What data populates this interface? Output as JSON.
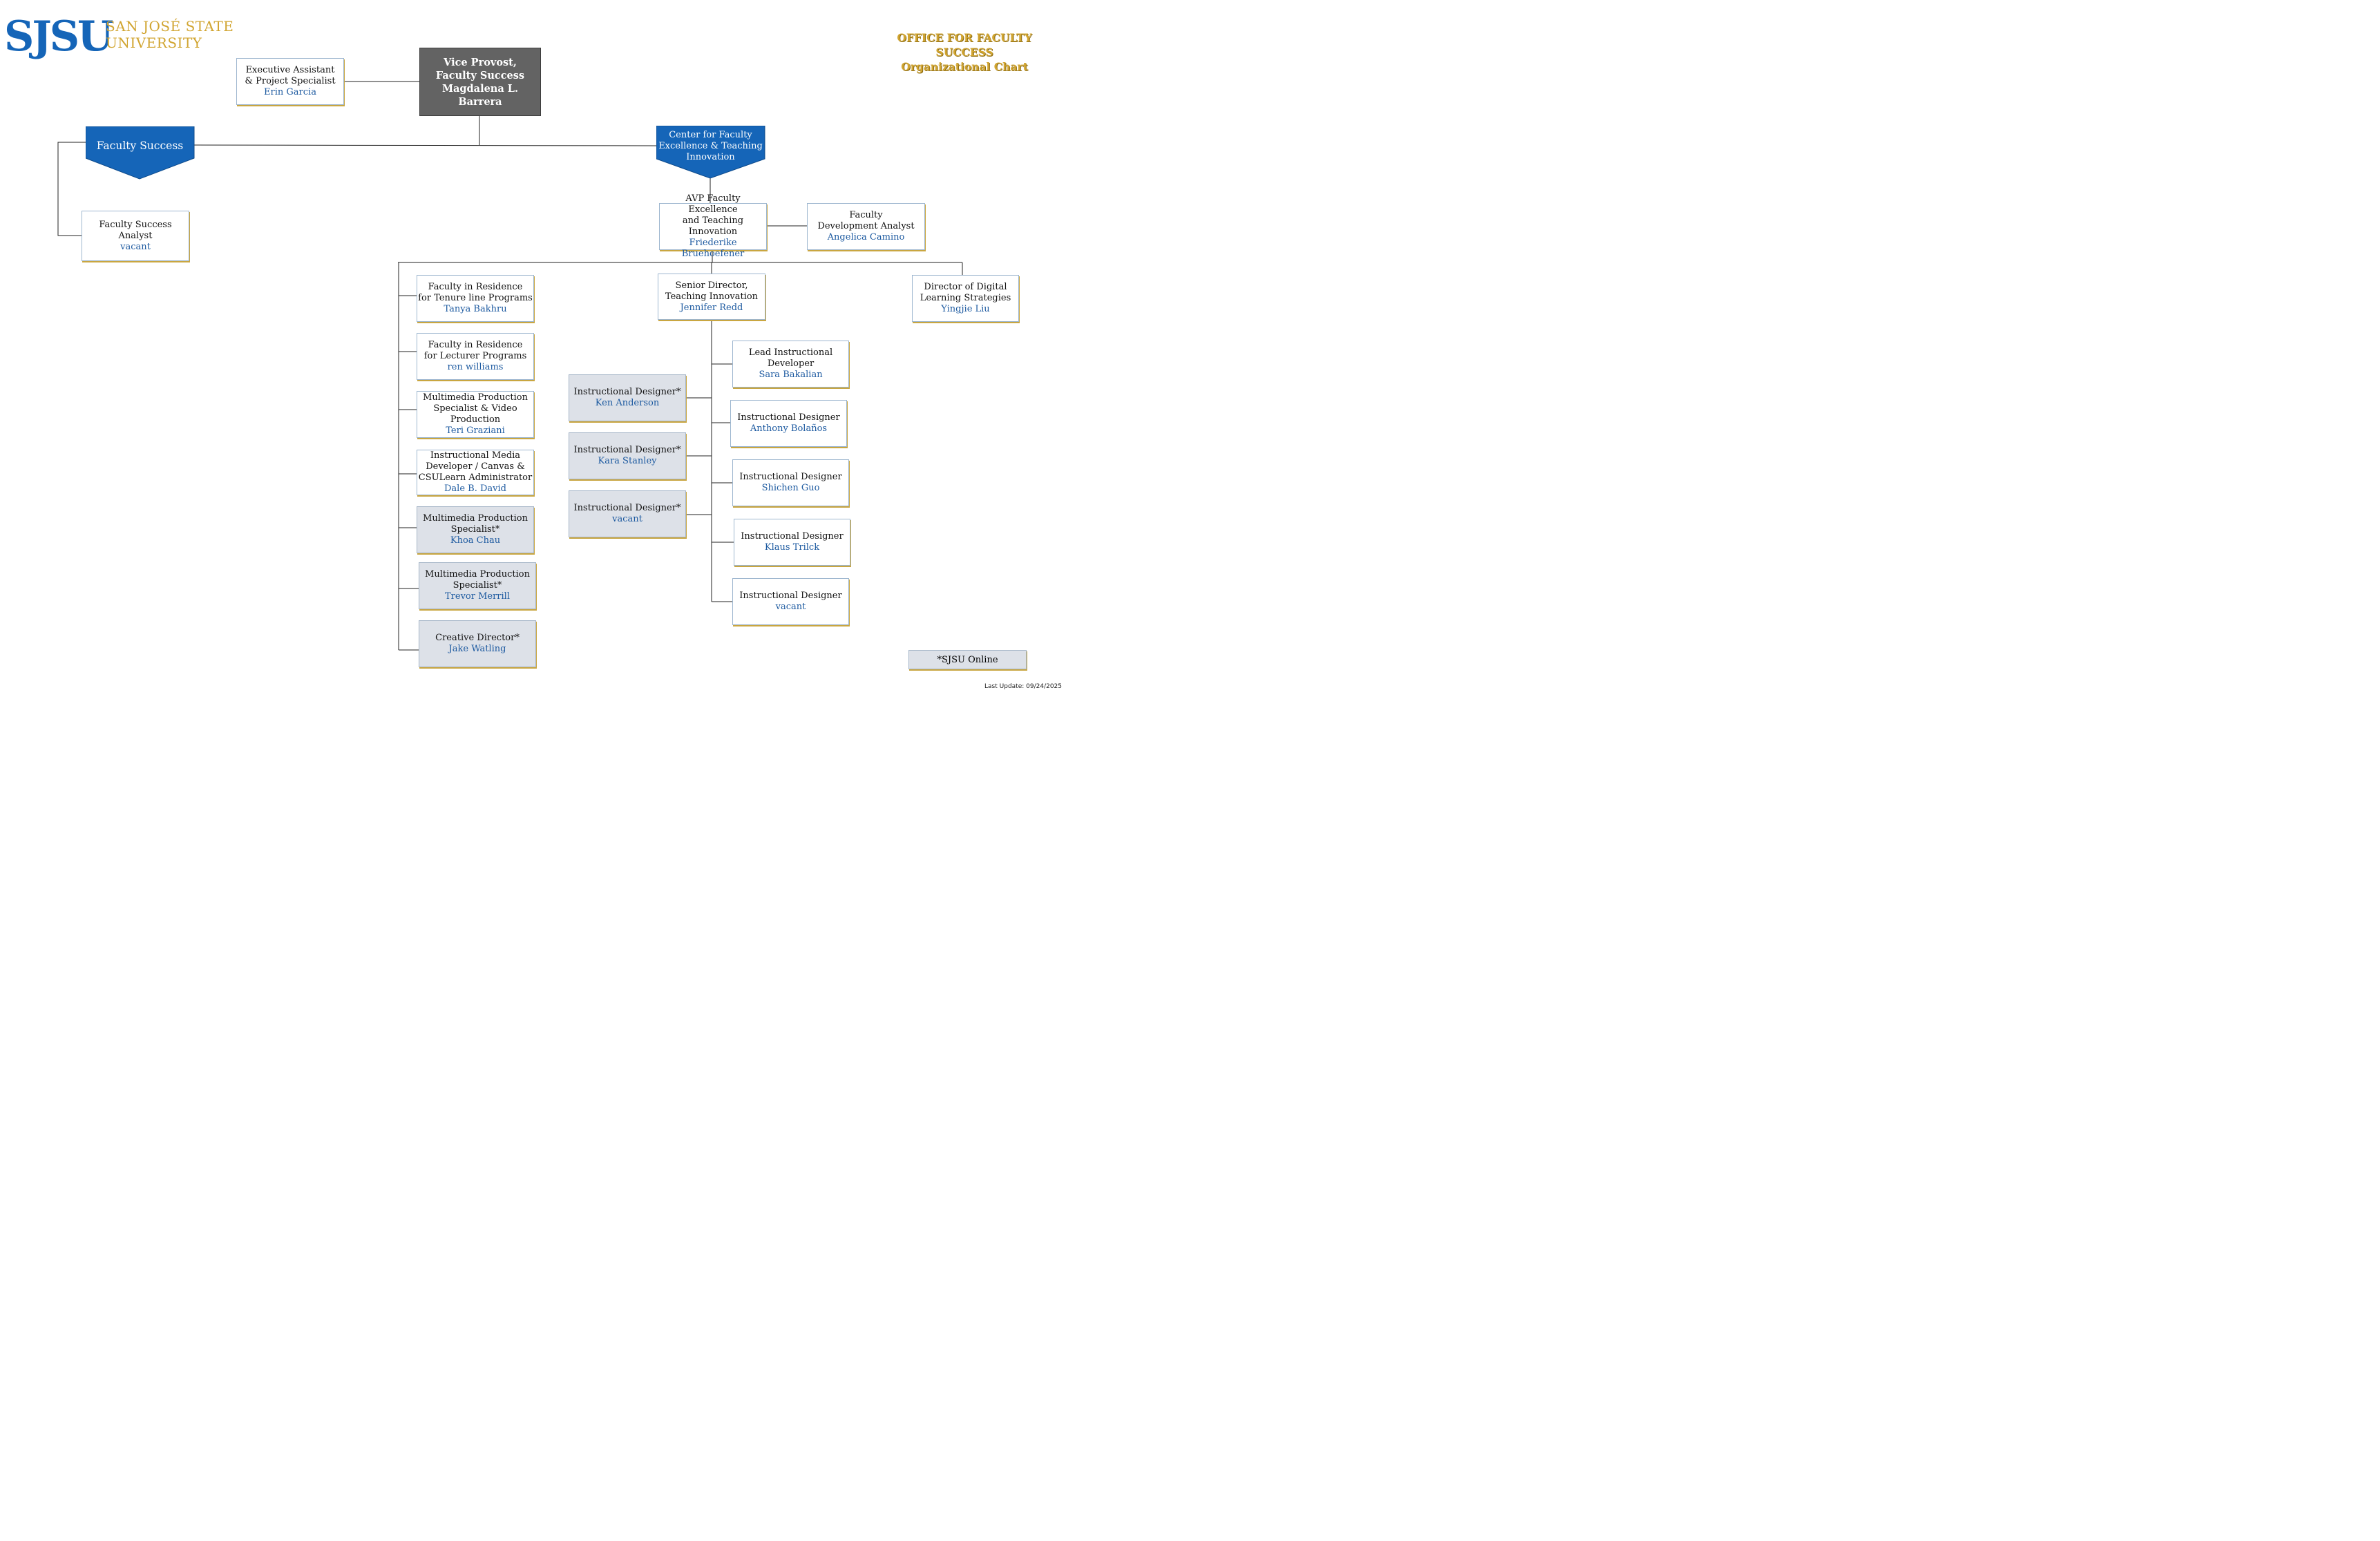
{
  "logo": {
    "mark": "SJSU",
    "line1": "SAN JOSÉ STATE",
    "line2": "UNIVERSITY"
  },
  "title": {
    "line1": "OFFICE FOR FACULTY SUCCESS",
    "line2": "Organizational Chart"
  },
  "colors": {
    "brand_blue": "#1565b8",
    "gold": "#d1a531",
    "vp_gray": "#636363",
    "online_gray": "#dde1e8",
    "name_blue": "#1d5aa0"
  },
  "vp": {
    "line1": "Vice Provost,",
    "line2": "Faculty Success",
    "line3": "Magdalena L. Barrera"
  },
  "exec_assistant": {
    "title1": "Executive Assistant",
    "title2": "& Project Specialist",
    "name": "Erin Garcia"
  },
  "faculty_success": {
    "label": "Faculty Success"
  },
  "cftei": {
    "line1": "Center for Faculty",
    "line2": "Excellence & Teaching",
    "line3": "Innovation"
  },
  "fs_analyst": {
    "title": "Faculty Success Analyst",
    "name": "vacant"
  },
  "avp": {
    "title1": "AVP Faculty Excellence",
    "title2": "and Teaching Innovation",
    "name": "Friederike Bruehoefener"
  },
  "fda": {
    "title1": "Faculty",
    "title2": "Development Analyst",
    "name": "Angelica Camino"
  },
  "left_column": [
    {
      "title1": "Faculty in Residence",
      "title2": "for Tenure line Programs",
      "title3": "",
      "name": "Tanya Bakhru",
      "online": false
    },
    {
      "title1": "Faculty in Residence",
      "title2": "for Lecturer Programs",
      "title3": "",
      "name": "ren williams",
      "online": false
    },
    {
      "title1": "Multimedia Production",
      "title2": "Specialist & Video",
      "title3": "Production",
      "name": "Teri Graziani",
      "online": false
    },
    {
      "title1": "Instructional Media",
      "title2": "Developer / Canvas &",
      "title3": "CSULearn Administrator",
      "name": "Dale B. David",
      "online": false
    },
    {
      "title1": "Multimedia Production",
      "title2": "Specialist*",
      "title3": "",
      "name": "Khoa Chau",
      "online": true
    },
    {
      "title1": "Multimedia Production",
      "title2": "Specialist*",
      "title3": "",
      "name": "Trevor Merrill",
      "online": true
    },
    {
      "title1": "Creative Director*",
      "title2": "",
      "title3": "",
      "name": "Jake Watling",
      "online": true
    }
  ],
  "senior_director": {
    "title1": "Senior Director,",
    "title2": "Teaching Innovation",
    "name": "Jennifer Redd"
  },
  "digital_director": {
    "title1": "Director of Digital",
    "title2": "Learning Strategies",
    "name": "Yingjie Liu"
  },
  "online_designers": [
    {
      "title": "Instructional Designer*",
      "name": "Ken Anderson"
    },
    {
      "title": "Instructional Designer*",
      "name": "Kara Stanley"
    },
    {
      "title": "Instructional Designer*",
      "name": "vacant"
    }
  ],
  "right_designers": [
    {
      "title1": "Lead Instructional",
      "title2": "Developer",
      "name": "Sara Bakalian"
    },
    {
      "title1": "Instructional Designer",
      "title2": "",
      "name": "Anthony Bolaños"
    },
    {
      "title1": "Instructional Designer",
      "title2": "",
      "name": "Shichen Guo"
    },
    {
      "title1": "Instructional Designer",
      "title2": "",
      "name": "Klaus Trilck"
    },
    {
      "title1": "Instructional Designer",
      "title2": "",
      "name": "vacant"
    }
  ],
  "legend": {
    "label": "*SJSU  Online"
  },
  "last_update": "Last Update: 09/24/2025"
}
